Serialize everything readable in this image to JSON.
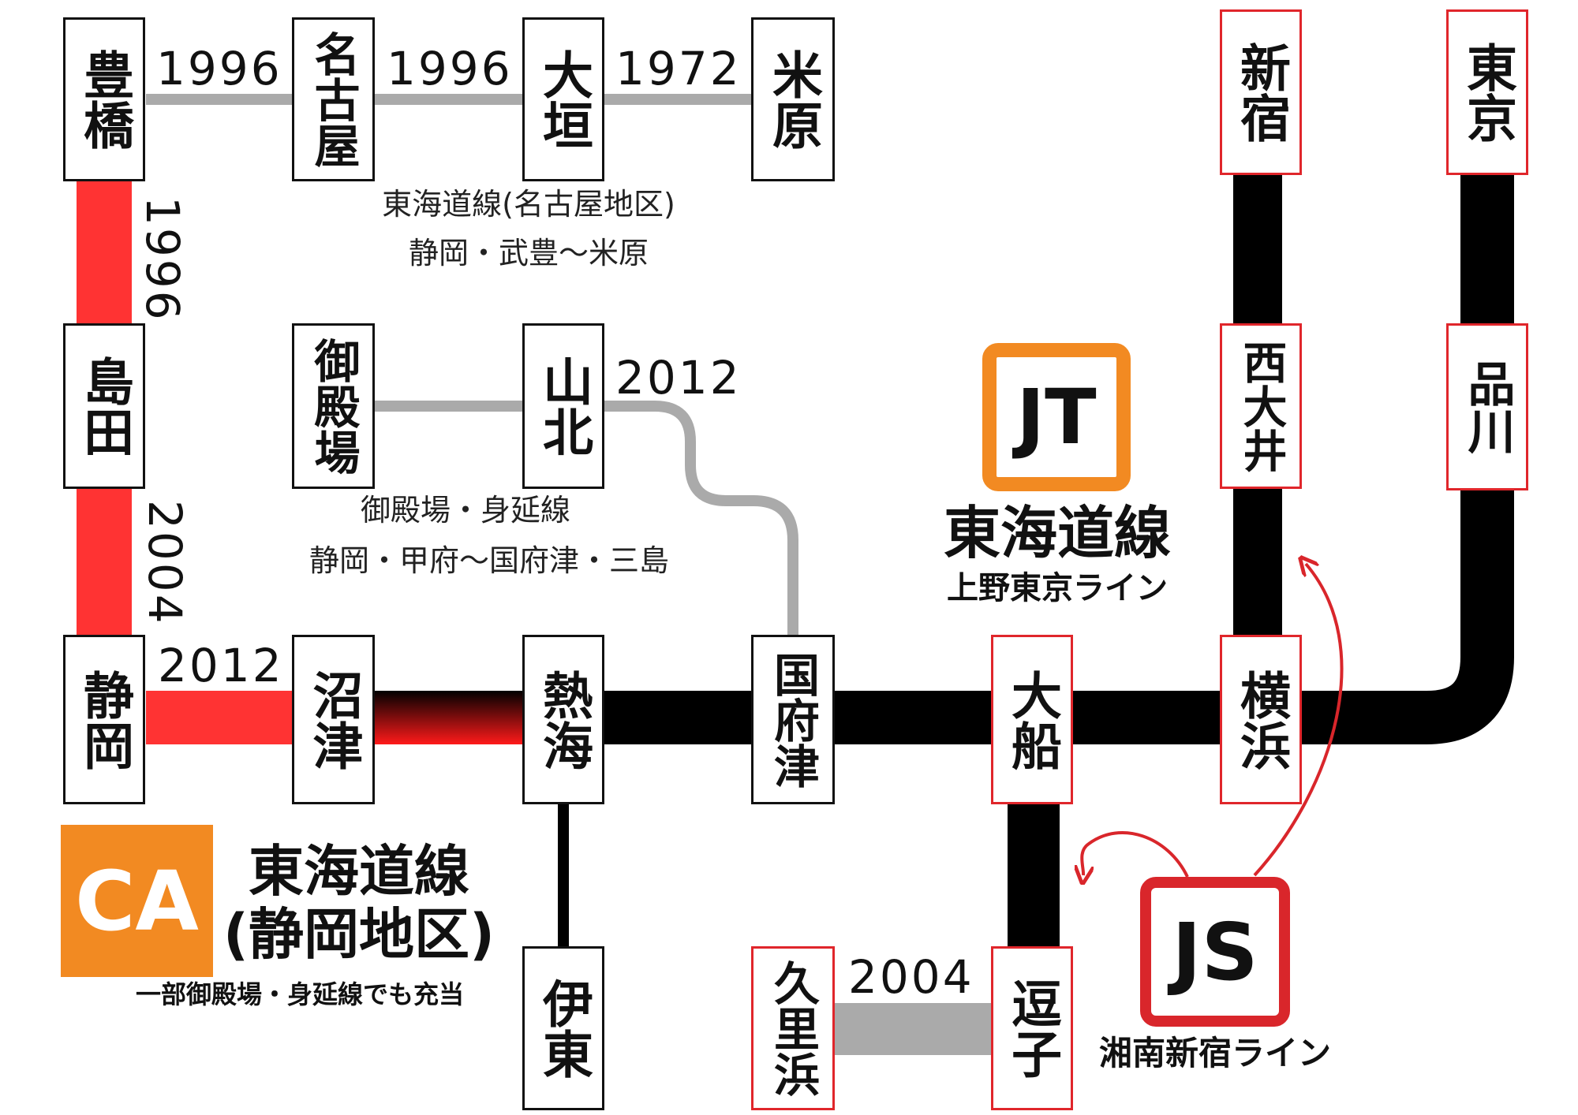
{
  "stations": {
    "toyohashi": "豊橋",
    "nagoya": "名古屋",
    "ogaki": "大垣",
    "maibara": "米原",
    "shimada": "島田",
    "gotemba": "御殿場",
    "yamakita": "山北",
    "shizuoka": "静岡",
    "numazu": "沼津",
    "atami": "熱海",
    "kozu": "国府津",
    "ofuna": "大船",
    "yokohama": "横浜",
    "shinjuku": "新宿",
    "nishioi": "西大井",
    "tokyo": "東京",
    "shinagawa": "品川",
    "ito": "伊東",
    "kurihama": "久里浜",
    "zushi": "逗子"
  },
  "years": {
    "toyohashi_nagoya": "1996",
    "nagoya_ogaki": "1996",
    "ogaki_maibara": "1972",
    "toyohashi_shimada": "1996",
    "shimada_shizuoka": "2004",
    "shizuoka_numazu": "2012",
    "yamakita_kozu": "2012",
    "kurihama_zushi": "2004"
  },
  "notes": {
    "nagoya_area_1": "東海道線(名古屋地区)",
    "nagoya_area_2": "静岡・武豊〜米原",
    "gotemba_line_1": "御殿場・身延線",
    "gotemba_line_2": "静岡・甲府〜国府津・三島"
  },
  "jt": {
    "code": "JT",
    "name": "東海道線",
    "sub": "上野東京ライン",
    "color": "#f28a22"
  },
  "ca": {
    "code": "CA",
    "name_1": "東海道線",
    "name_2": "(静岡地区)",
    "note": "一部御殿場・身延線でも充当",
    "color": "#f28a22"
  },
  "js": {
    "code": "JS",
    "name": "湘南新宿ライン",
    "color": "#d9262b"
  },
  "colors": {
    "red_line": "#ff3333",
    "gray_line": "#aaaaaa",
    "black_line": "#000000"
  }
}
